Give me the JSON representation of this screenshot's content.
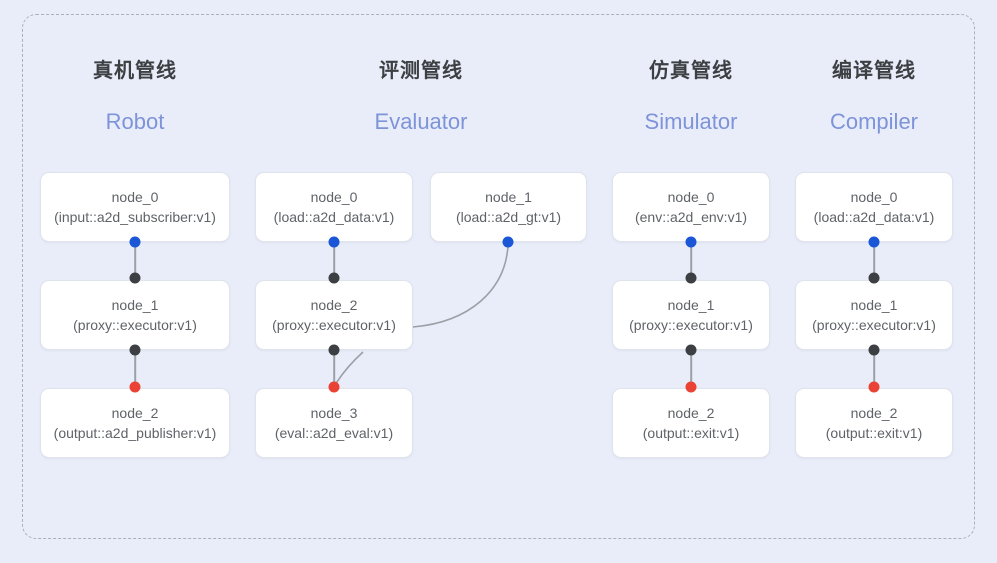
{
  "frame": {
    "style": "dashed-rounded-container",
    "border_color": "#a9afbb",
    "background": "#e8edf9"
  },
  "palette": {
    "background": "#e8edf9",
    "node_bg": "#ffffff",
    "node_border": "#dfe3ec",
    "text_primary": "#3c4043",
    "text_secondary": "#5f6368",
    "accent_en_title": "#7e93d8",
    "port_input": "#1a56d6",
    "port_mid": "#3c4043",
    "port_output": "#ea4335",
    "edge": "#9aa0a6"
  },
  "columns": [
    {
      "title_cn": "真机管线",
      "title_en": "Robot",
      "nodes": [
        {
          "name": "node_0",
          "type": "(input::a2d_subscriber:v1)"
        },
        {
          "name": "node_1",
          "type": "(proxy::executor:v1)"
        },
        {
          "name": "node_2",
          "type": "(output::a2d_publisher:v1)"
        }
      ]
    },
    {
      "title_cn": "评测管线",
      "title_en": "Evaluator",
      "nodes": [
        {
          "name": "node_0",
          "type": "(load::a2d_data:v1)"
        },
        {
          "name": "node_1",
          "type": "(load::a2d_gt:v1)"
        },
        {
          "name": "node_2",
          "type": "(proxy::executor:v1)"
        },
        {
          "name": "node_3",
          "type": "(eval::a2d_eval:v1)"
        }
      ]
    },
    {
      "title_cn": "仿真管线",
      "title_en": "Simulator",
      "nodes": [
        {
          "name": "node_0",
          "type": "(env::a2d_env:v1)"
        },
        {
          "name": "node_1",
          "type": "(proxy::executor:v1)"
        },
        {
          "name": "node_2",
          "type": "(output::exit:v1)"
        }
      ]
    },
    {
      "title_cn": "编译管线",
      "title_en": "Compiler",
      "nodes": [
        {
          "name": "node_0",
          "type": "(load::a2d_data:v1)"
        },
        {
          "name": "node_1",
          "type": "(proxy::executor:v1)"
        },
        {
          "name": "node_2",
          "type": "(output::exit:v1)"
        }
      ]
    }
  ]
}
